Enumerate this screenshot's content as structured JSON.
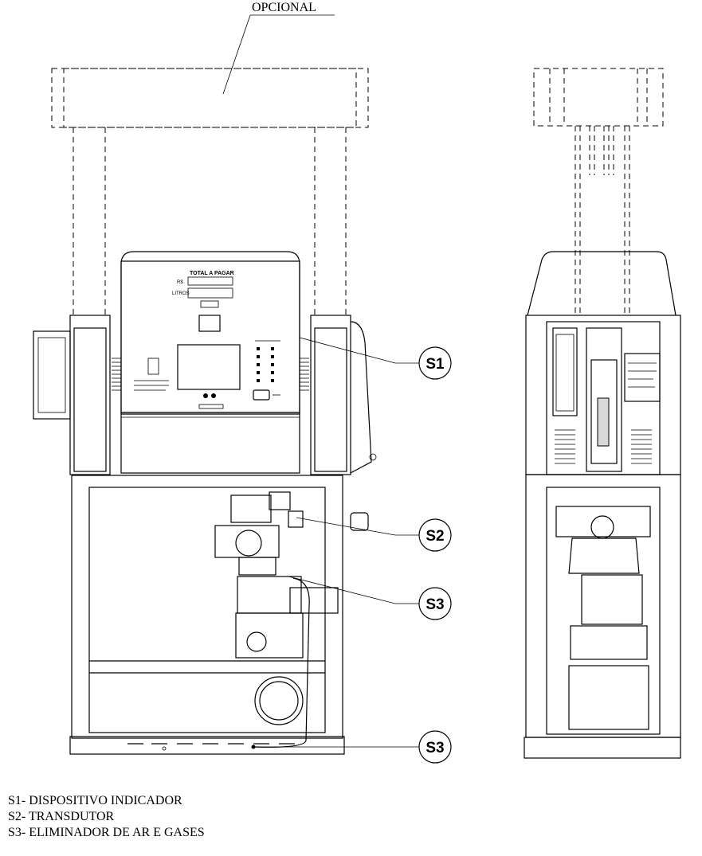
{
  "diagram": {
    "optional_label": "OPCIONAL",
    "display": {
      "title": "TOTAL A PAGAR",
      "currency": "R$",
      "volume_label": "LITROS"
    },
    "callouts": [
      {
        "id": "S1"
      },
      {
        "id": "S2"
      },
      {
        "id": "S3"
      },
      {
        "id": "S3"
      }
    ]
  },
  "legend": [
    "S1- DISPOSITIVO INDICADOR",
    "S2- TRANSDUTOR",
    "S3- ELIMINADOR DE AR E GASES"
  ]
}
